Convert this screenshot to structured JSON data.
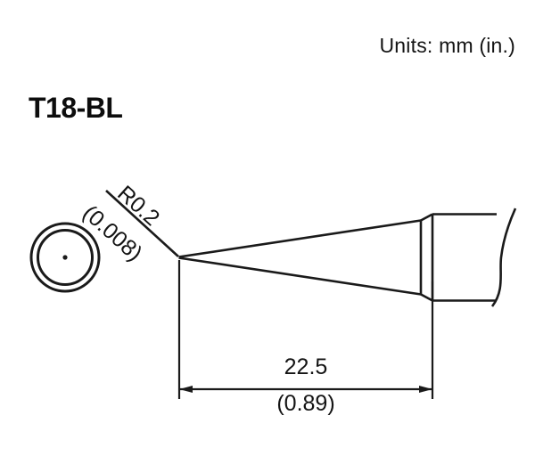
{
  "drawing": {
    "units_note": "Units: mm (in.)",
    "part_number": "T18-BL",
    "background_color": "#ffffff",
    "line_color": "#1a1a1a",
    "annotations": {
      "radius_mm": "R0.2",
      "radius_in": "(0.008)",
      "length_mm": "22.5",
      "length_in": "(0.89)"
    },
    "views": {
      "end_view_label": "end-view-circles",
      "side_view_label": "side-view-profile"
    }
  }
}
